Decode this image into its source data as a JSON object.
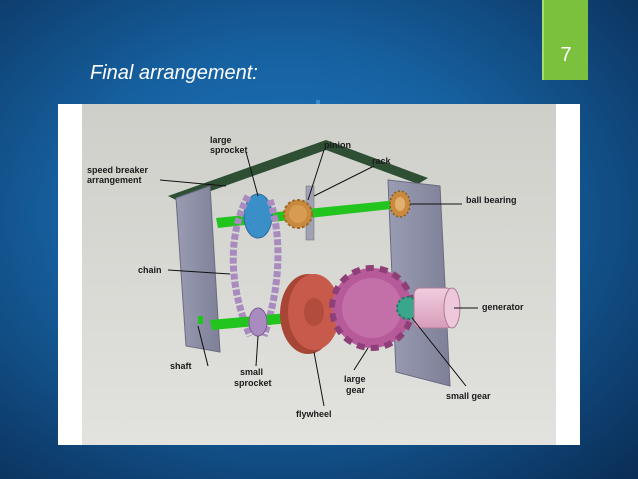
{
  "slide": {
    "number": "7",
    "title": "Final arrangement:"
  },
  "diagram": {
    "labels": {
      "large_sprocket_1": "large",
      "large_sprocket_2": "sprocket",
      "pinion": "pinion",
      "rack": "rack",
      "speed_breaker_1": "speed breaker",
      "speed_breaker_2": "arrangement",
      "ball_bearing": "ball bearing",
      "chain": "chain",
      "generator": "generator",
      "shaft": "shaft",
      "small_sprocket_1": "small",
      "small_sprocket_2": "sprocket",
      "large_gear_1": "large",
      "large_gear_2": "gear",
      "small_gear": "small gear",
      "flywheel": "flywheel"
    }
  },
  "colors": {
    "slide_bg": "#16609f",
    "accent_green": "#7cc13d",
    "shaft_green": "#22c41e",
    "plate_gray": "#8c8ea6",
    "flywheel": "#c75a4a",
    "large_gear": "#b65a9a",
    "generator": "#e7b9cf",
    "sprocket": "#3a8fc8",
    "chain": "#a98bbf",
    "bearing": "#c98a3e"
  }
}
